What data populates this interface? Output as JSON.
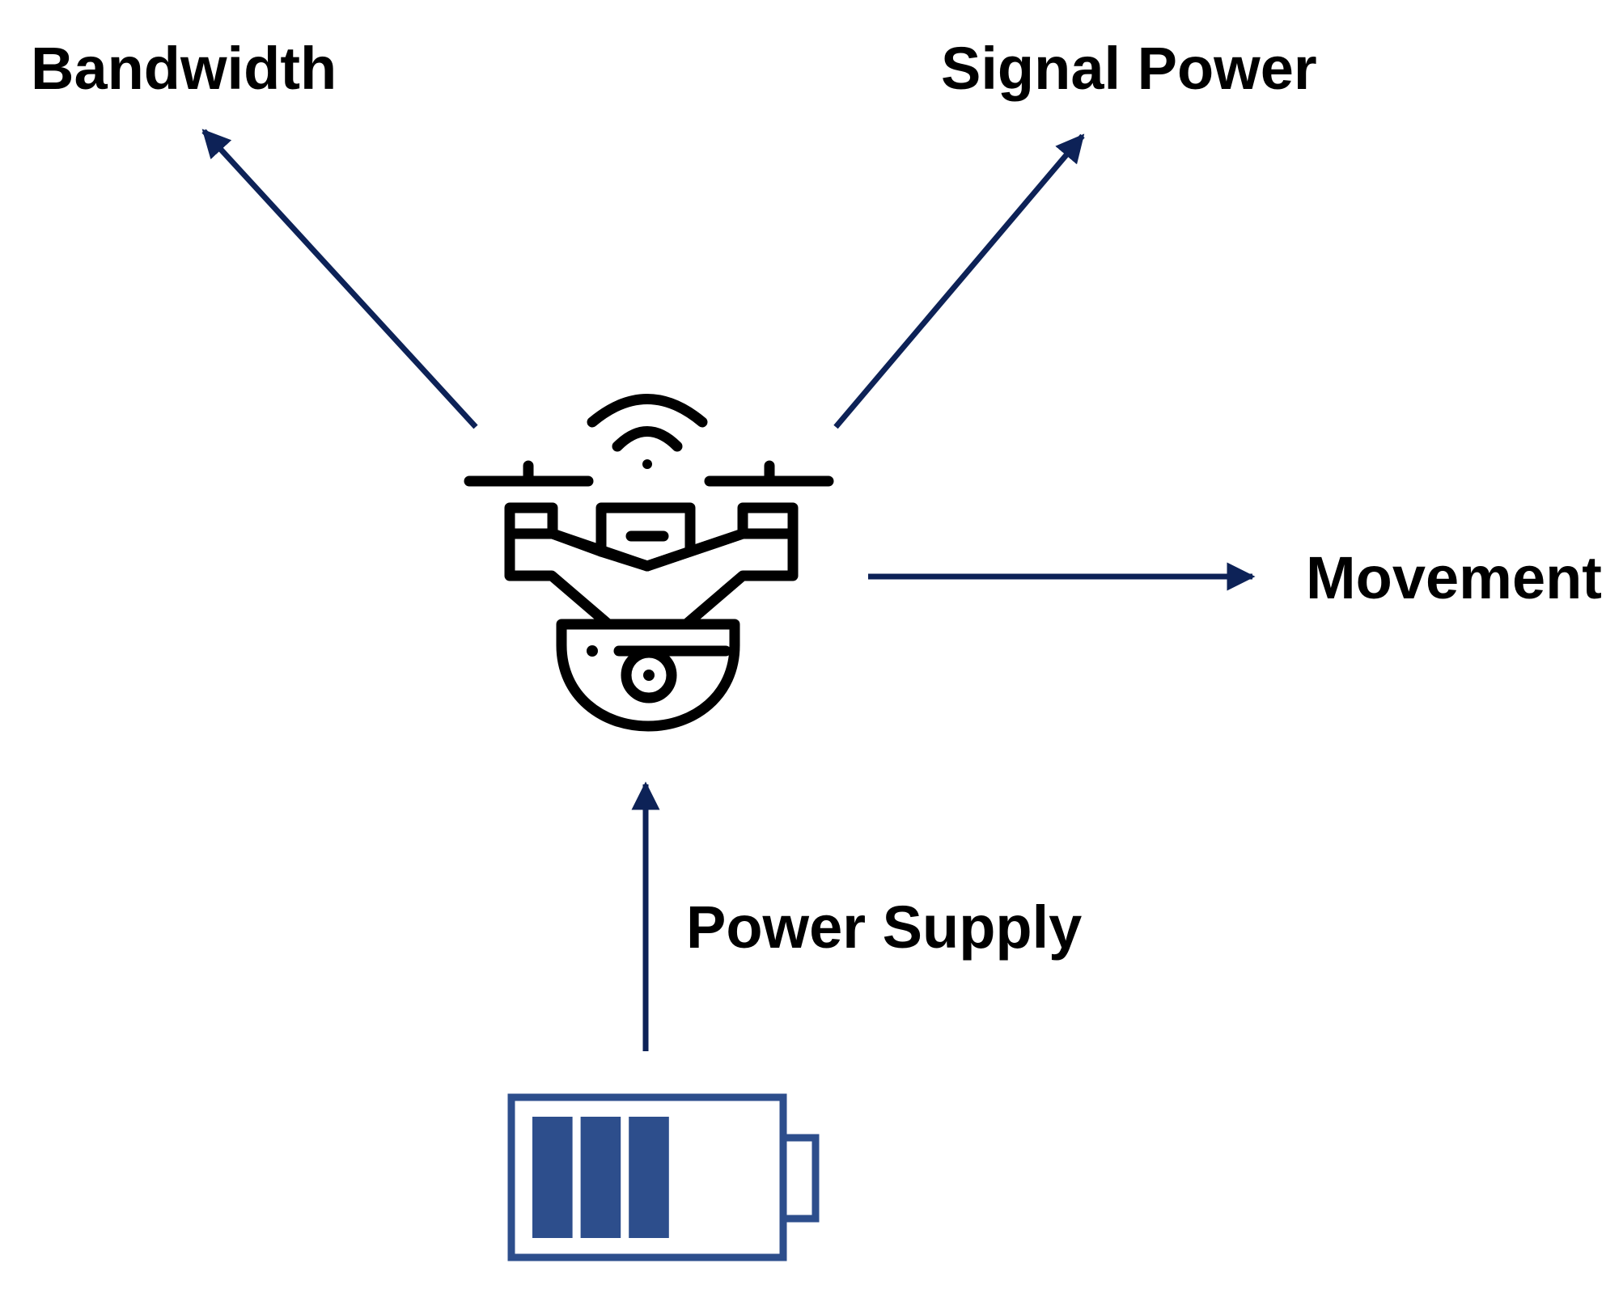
{
  "labels": {
    "bandwidth": "Bandwidth",
    "signal_power": "Signal Power",
    "movement": "Movement",
    "power_supply": "Power Supply"
  },
  "icons": {
    "drone": "drone-camera-icon",
    "battery": "battery-icon"
  },
  "battery": {
    "filled_bars": 3,
    "total_bars": 5
  },
  "colors": {
    "arrow": "#0d2257",
    "drone_stroke": "#000000",
    "battery_outline": "#2d4e8c",
    "battery_fill": "#2d4e8c",
    "text": "#000000"
  }
}
